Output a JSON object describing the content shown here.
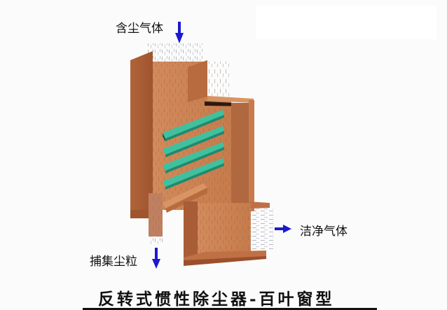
{
  "title": "反转式惯性除尘器-百叶窗型",
  "labels": {
    "inlet": "含尘气体",
    "outlet": "洁净气体",
    "dust": "捕集尘粒"
  },
  "diagram": {
    "components": [
      "housing",
      "louver-blades",
      "dust-hopper",
      "clean-gas-outlet"
    ],
    "louver_count": 4,
    "arrows": [
      {
        "name": "inlet-arrow",
        "direction": "down"
      },
      {
        "name": "outlet-arrow",
        "direction": "right"
      },
      {
        "name": "dust-arrow",
        "direction": "down"
      }
    ]
  },
  "colors": {
    "housing": "#c97a4c",
    "housing_dark": "#a85d36",
    "housing_light": "#d99463",
    "louver": "#1f8a6e",
    "louver_light": "#3fc1a0",
    "arrow": "#1a1ad0",
    "background": "#fbfbfb"
  }
}
